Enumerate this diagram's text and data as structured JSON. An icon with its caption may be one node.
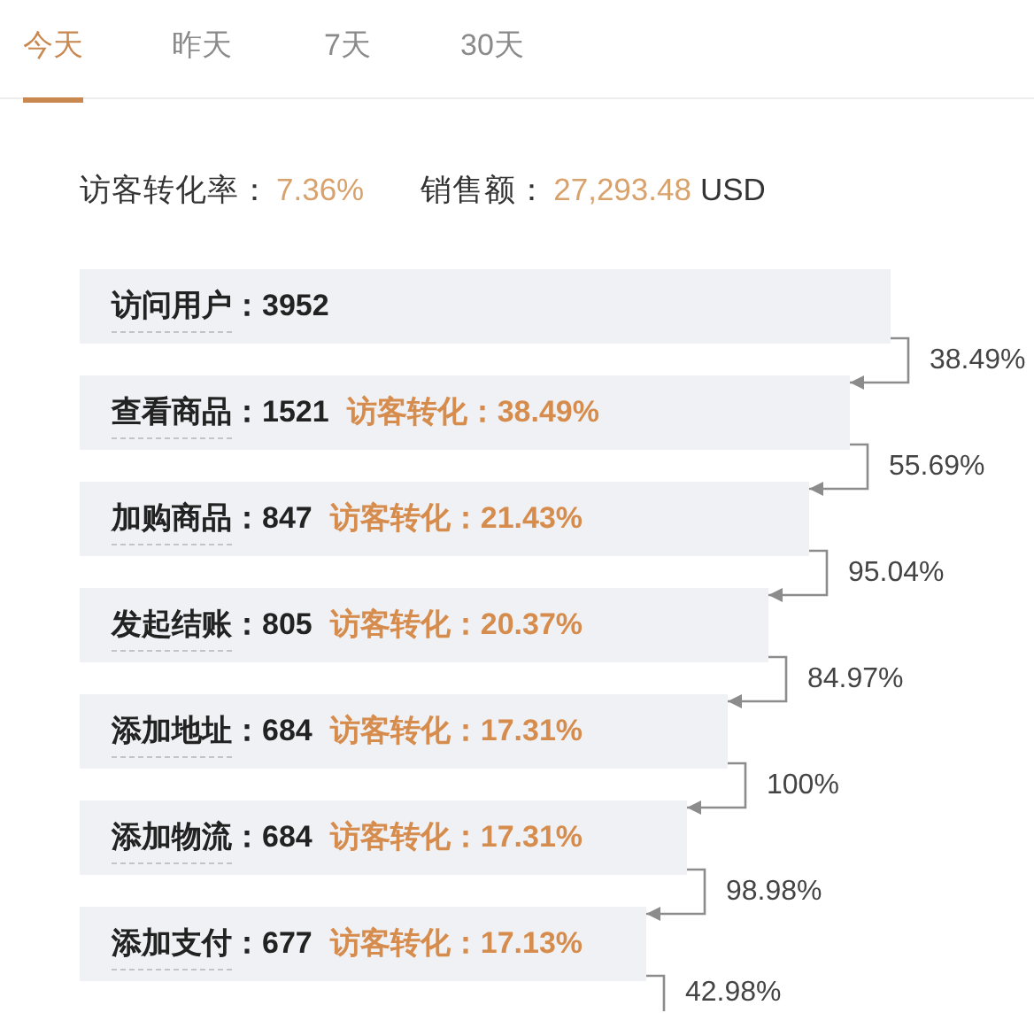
{
  "diagram": {
    "nodes": [
      {
        "text": [
          "访问用户：3952"
        ]
      },
      {
        "text": [
          "查看商品：1521",
          "访客转化：38.49%"
        ]
      },
      {
        "text": [
          "加购商品：847",
          "访客转化：21.43%"
        ]
      },
      {
        "text": [
          "发起结账：805",
          "访客转化：20.37%"
        ]
      },
      {
        "text": [
          "添加地址：684",
          "访客转化：17.31%"
        ]
      },
      {
        "text": [
          "添加物流：684",
          "访客转化：17.31%"
        ]
      },
      {
        "text": [
          "添加支付：677",
          "访客转化：17.13%"
        ]
      }
    ],
    "edges": [
      {
        "from": 0,
        "to": 1,
        "arrow": "to",
        "label": "38.49%"
      },
      {
        "from": 1,
        "to": 2,
        "arrow": "to",
        "label": "55.69%"
      },
      {
        "from": 2,
        "to": 3,
        "arrow": "to",
        "label": "95.04%"
      },
      {
        "from": 3,
        "to": 4,
        "arrow": "to",
        "label": "84.97%"
      },
      {
        "from": 4,
        "to": 5,
        "arrow": "to",
        "label": "100%"
      },
      {
        "from": 5,
        "to": 6,
        "arrow": "to",
        "label": "98.98%"
      },
      {
        "from": 6,
        "to": null,
        "arrow": "none",
        "label": "42.98%"
      }
    ],
    "labels": [
      "今天",
      "昨天",
      "7天",
      "30天",
      "访客转化率：",
      "7.36%",
      "销售额：",
      "27,293.48",
      "USD"
    ]
  }
}
